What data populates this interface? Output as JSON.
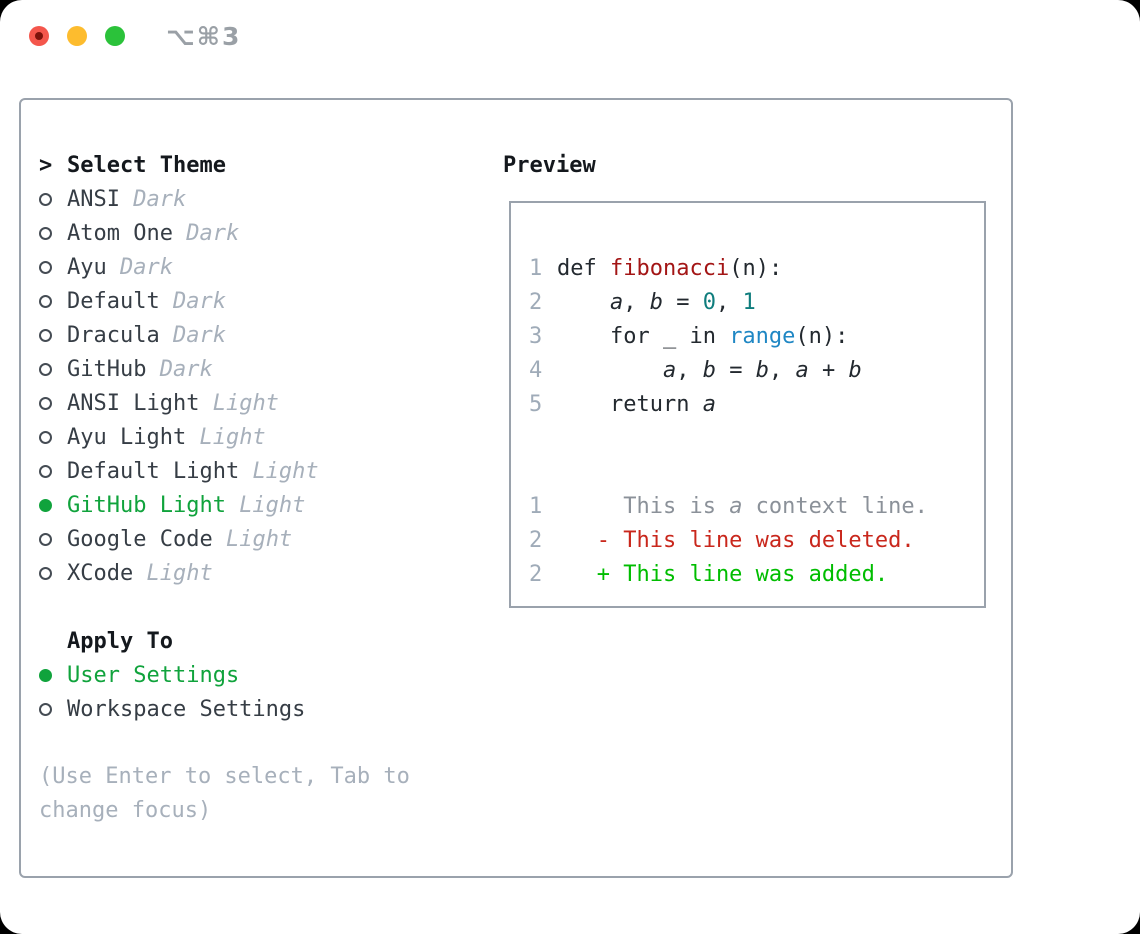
{
  "titlebar": {
    "shortcut": "⌥⌘3"
  },
  "theme_list": {
    "header_prefix": ">",
    "header": "Select Theme",
    "items": [
      {
        "name": "ANSI",
        "variant": "Dark",
        "selected": false
      },
      {
        "name": "Atom One",
        "variant": "Dark",
        "selected": false
      },
      {
        "name": "Ayu",
        "variant": "Dark",
        "selected": false
      },
      {
        "name": "Default",
        "variant": "Dark",
        "selected": false
      },
      {
        "name": "Dracula",
        "variant": "Dark",
        "selected": false
      },
      {
        "name": "GitHub",
        "variant": "Dark",
        "selected": false
      },
      {
        "name": "ANSI Light",
        "variant": "Light",
        "selected": false
      },
      {
        "name": "Ayu Light",
        "variant": "Light",
        "selected": false
      },
      {
        "name": "Default Light",
        "variant": "Light",
        "selected": false
      },
      {
        "name": "GitHub Light",
        "variant": "Light",
        "selected": true
      },
      {
        "name": "Google Code",
        "variant": "Light",
        "selected": false
      },
      {
        "name": "XCode",
        "variant": "Light",
        "selected": false
      }
    ]
  },
  "apply_to": {
    "header": "Apply To",
    "items": [
      {
        "label": "User Settings",
        "selected": true
      },
      {
        "label": "Workspace Settings",
        "selected": false
      }
    ]
  },
  "hint": "(Use Enter to select, Tab to change focus)",
  "preview": {
    "header": "Preview",
    "code_lines": [
      {
        "num": "1",
        "segments": [
          {
            "t": "def ",
            "s": "p"
          },
          {
            "t": "fibonacci",
            "s": "fn"
          },
          {
            "t": "(n):",
            "s": "p"
          }
        ]
      },
      {
        "num": "2",
        "segments": [
          {
            "t": "    ",
            "s": "p"
          },
          {
            "t": "a",
            "s": "v"
          },
          {
            "t": ", ",
            "s": "p"
          },
          {
            "t": "b",
            "s": "v"
          },
          {
            "t": " = ",
            "s": "p"
          },
          {
            "t": "0",
            "s": "num"
          },
          {
            "t": ", ",
            "s": "p"
          },
          {
            "t": "1",
            "s": "num"
          }
        ]
      },
      {
        "num": "3",
        "segments": [
          {
            "t": "    for _ in ",
            "s": "p"
          },
          {
            "t": "range",
            "s": "bi"
          },
          {
            "t": "(n):",
            "s": "p"
          }
        ]
      },
      {
        "num": "4",
        "segments": [
          {
            "t": "        ",
            "s": "p"
          },
          {
            "t": "a",
            "s": "v"
          },
          {
            "t": ", ",
            "s": "p"
          },
          {
            "t": "b",
            "s": "v"
          },
          {
            "t": " = ",
            "s": "p"
          },
          {
            "t": "b",
            "s": "v"
          },
          {
            "t": ", ",
            "s": "p"
          },
          {
            "t": "a",
            "s": "v"
          },
          {
            "t": " + ",
            "s": "p"
          },
          {
            "t": "b",
            "s": "v"
          }
        ]
      },
      {
        "num": "5",
        "segments": [
          {
            "t": "    return ",
            "s": "p"
          },
          {
            "t": "a",
            "s": "v"
          }
        ]
      }
    ],
    "diff_lines": [
      {
        "num": "1",
        "segments": [
          {
            "t": "     This is ",
            "s": "ctx"
          },
          {
            "t": "a",
            "s": "ctx-i"
          },
          {
            "t": " context line.",
            "s": "ctx"
          }
        ]
      },
      {
        "num": "2",
        "segments": [
          {
            "t": "   - This line was deleted.",
            "s": "del"
          }
        ]
      },
      {
        "num": "2",
        "segments": [
          {
            "t": "   + This line was added.",
            "s": "add"
          }
        ]
      }
    ]
  },
  "colors": {
    "accent_green": "#10a33c",
    "added_green": "#00bd00",
    "deleted_red": "#c9271c",
    "function_red": "#a31515",
    "number_teal": "#0f7d7d",
    "builtin_blue": "#1f87c4",
    "muted": "#a7b0bb",
    "context_gray": "#8b9199",
    "text_dark": "#23292f",
    "border_gray": "#9aa2ac",
    "linenum": "#9fabb8",
    "traffic_red": "#f4564c",
    "traffic_yellow": "#fdbc2e",
    "traffic_green": "#2bc23a",
    "titlebar_text": "#9aa0a6"
  }
}
